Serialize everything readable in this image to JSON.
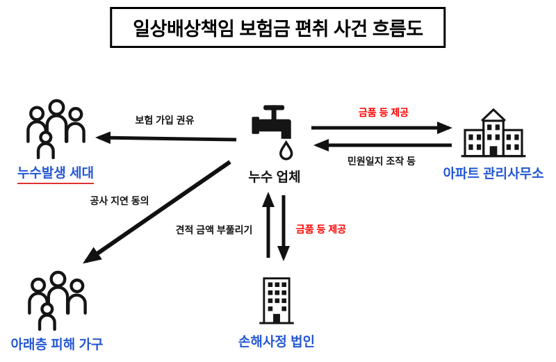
{
  "title": "일상배상책임 보험금 편취 사건 흐름도",
  "colors": {
    "node-blue": "#2457d4",
    "edge-red": "#ff0000",
    "ink": "#111111"
  },
  "nodes": {
    "leak_household": {
      "label": "누수발생 세대",
      "color": "#2457d4",
      "icon": "people-group-icon"
    },
    "leak_company": {
      "label": "누수 업체",
      "color": "#111111",
      "icon": "faucet-icon"
    },
    "apt_office": {
      "label": "아파트 관리사무소",
      "color": "#2457d4",
      "icon": "apartment-building-icon"
    },
    "downstairs_household": {
      "label": "아래층 피해 가구",
      "color": "#2457d4",
      "icon": "people-group-icon"
    },
    "loss_adjuster": {
      "label": "손해사정 법인",
      "color": "#2457d4",
      "icon": "office-building-icon"
    }
  },
  "edges": {
    "insurance_recommendation": {
      "label": "보험 가입 권유",
      "color": "#111111",
      "from": "leak_company",
      "to": "leak_household"
    },
    "bribe_to_office": {
      "label": "금품 등 제공",
      "color": "#ff0000",
      "from": "leak_company",
      "to": "apt_office"
    },
    "complaint_log_fabrication": {
      "label": "민원일지 조작 등",
      "color": "#111111",
      "from": "apt_office",
      "to": "leak_company"
    },
    "construction_delay_consent": {
      "label": "공사 지연 동의",
      "color": "#111111",
      "from": "leak_company",
      "to": "downstairs_household"
    },
    "estimate_inflation": {
      "label": "견적 금액 부풀리기",
      "color": "#111111",
      "from": "loss_adjuster",
      "to": "leak_company"
    },
    "bribe_to_adjuster": {
      "label": "금품 등 제공",
      "color": "#ff0000",
      "from": "leak_company",
      "to": "loss_adjuster"
    }
  }
}
